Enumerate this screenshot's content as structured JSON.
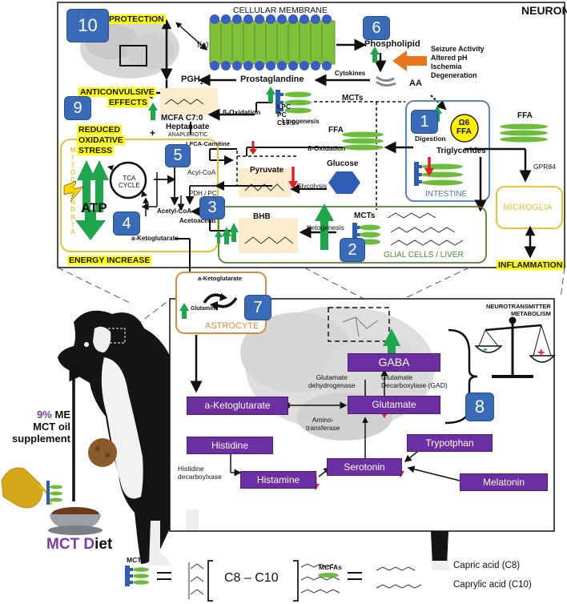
{
  "neuron": {
    "title": "NEURON",
    "membrane": "CELLULAR MEMBRANE",
    "neuroprotection": "NEUROPROTECTION",
    "fc": "f(c)",
    "phospholipid": "Phospholipid",
    "stress_lines": [
      "Seizure Activity",
      "Altered pH",
      "Ischemia",
      "Degeneration"
    ],
    "cytokines": "Cytokines",
    "aa": "AA",
    "pgh2": "PGH",
    "pgh2_sub": "2",
    "prostaglandine": "Prostaglandine",
    "anticonvulsive": [
      "ANTICONVULSIVE",
      "EFFECTS"
    ],
    "beta_ox_1": "ß-Oxidation",
    "lpc": [
      "LPC",
      "PC",
      "C17:0"
    ],
    "lipogenesis": "Lipogenesis",
    "mcts_top": "MCTs",
    "omega": [
      "Ω6",
      "FFA"
    ],
    "ffa_right": "FFA",
    "mcfa": [
      "MCFA C7:0",
      "Heptanoate"
    ],
    "anaplerotic": "ANAPLEROTIC",
    "plus": "+",
    "reduced": [
      "REDUCED",
      "OXIDATIVE",
      "STRESS"
    ],
    "lfca": "LFCA-Carnitine",
    "ffa_mid": "FFA",
    "beta_ox_2": "ß-Oxidation",
    "digestion": "Digestion",
    "triglycerides": "Triglycerides",
    "gpr84": "GPR84",
    "mitochondria": [
      "M",
      "I",
      "T",
      "O",
      "C",
      "H",
      "O",
      "N",
      "D",
      "R",
      "I",
      "A"
    ],
    "acyl_coa": "Acyl-CoA",
    "tca": [
      "TCA",
      "CYCLE"
    ],
    "pdh": "PDH / PC",
    "pyruvate": "Pyruvate",
    "glucose": "Glucose",
    "glycolysis": "Glycolysis",
    "acetyl_coa": "Acetyl-CoA",
    "acetoacetat": "Acetoacetat",
    "atp": "ATP",
    "a_keto": "a-Ketoglutarate",
    "bhb": "BHB",
    "ketogenesis": "Ketogenesis",
    "mcts_mid": "MCTs",
    "intestine": "INTESTINE",
    "microglia": "MICROGLIA",
    "energy": "ENERGY INCREASE",
    "glial": "GLIAL CELLS / LIVER",
    "inflammation": "INFLAMMATION"
  },
  "numbers": [
    "1",
    "2",
    "3",
    "4",
    "5",
    "6",
    "7",
    "8",
    "9",
    "10"
  ],
  "astrocyte": {
    "a_keto": "a-Ketoglutarate",
    "glutamine": "Glutamine",
    "label": "ASTROCYTE"
  },
  "neurotransmitter": {
    "title": [
      "NEUROTRANSMITTER",
      "METABOLISM"
    ],
    "gaba": "GABA",
    "glut_dehyd": [
      "Glutamate",
      "dehydrogenase"
    ],
    "gad": [
      "Glutamate",
      "Decarboxylase (GAD)"
    ],
    "a_keto": "a-Ketoglutarate",
    "glutamate": "Glutamate",
    "aminotransferase": [
      "Amino-",
      "transferase"
    ],
    "histidine": "Histidine",
    "trypotphan": "Trypotphan",
    "hist_decarb": [
      "Histidine",
      "decarboylxase"
    ],
    "histamine": "Histamine",
    "serotonin": "Serotonin",
    "melatonin": "Melatonin",
    "minus": "-",
    "plus": "+"
  },
  "diet": {
    "percent": "9%",
    "me": " ME",
    "lines": [
      "MCT oil",
      "supplement"
    ],
    "mct": "MCT D",
    "iet": "iet"
  },
  "legend": {
    "mcts": "MCTs",
    "range": "C8 – C10",
    "mcfas": "MCFAs",
    "capric": "Capric acid (C8)",
    "caprylic": "Caprylic acid (C10)"
  },
  "colors": {
    "number_box": "#3a6bb8",
    "purple_box": "#6b2fa1",
    "green_arrow": "#1ea64a",
    "red_arrow": "#e02020",
    "highlight": "#ffff00",
    "mito_border": "#e8c430",
    "glial_border": "#4e8a2c",
    "intestine_border": "#4a78c0",
    "astrocyte_border": "#e08a3c"
  }
}
